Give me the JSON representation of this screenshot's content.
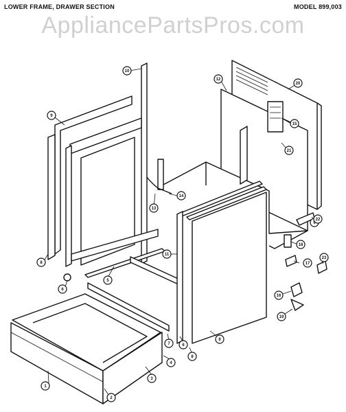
{
  "header": {
    "title": "LOWER FRAME, DRAWER SECTION",
    "model": "MODEL 899,003"
  },
  "watermark": "AppliancePartsPros.com",
  "callouts": [
    {
      "id": "c1a",
      "label": "1"
    },
    {
      "id": "c2a",
      "label": "2"
    },
    {
      "id": "c3a",
      "label": "3"
    },
    {
      "id": "c4a",
      "label": "4"
    },
    {
      "id": "c5a",
      "label": "5"
    },
    {
      "id": "c6a",
      "label": "6"
    },
    {
      "id": "c6b",
      "label": "6"
    },
    {
      "id": "c7a",
      "label": "7"
    },
    {
      "id": "c8a",
      "label": "8"
    },
    {
      "id": "c8b",
      "label": "8"
    },
    {
      "id": "c8c",
      "label": "8"
    },
    {
      "id": "c9a",
      "label": "9"
    },
    {
      "id": "c9b",
      "label": "9"
    },
    {
      "id": "c10a",
      "label": "10"
    },
    {
      "id": "c11a",
      "label": "11"
    },
    {
      "id": "c12a",
      "label": "12"
    },
    {
      "id": "c13a",
      "label": "13"
    },
    {
      "id": "c14a",
      "label": "14"
    },
    {
      "id": "c15a",
      "label": "15"
    },
    {
      "id": "c16a",
      "label": "16"
    },
    {
      "id": "c17a",
      "label": "17"
    },
    {
      "id": "c18a",
      "label": "18"
    },
    {
      "id": "c19a",
      "label": "19"
    },
    {
      "id": "c20a",
      "label": "20"
    },
    {
      "id": "c21a",
      "label": "21"
    },
    {
      "id": "c22a",
      "label": "22"
    },
    {
      "id": "c23a",
      "label": "23"
    }
  ]
}
